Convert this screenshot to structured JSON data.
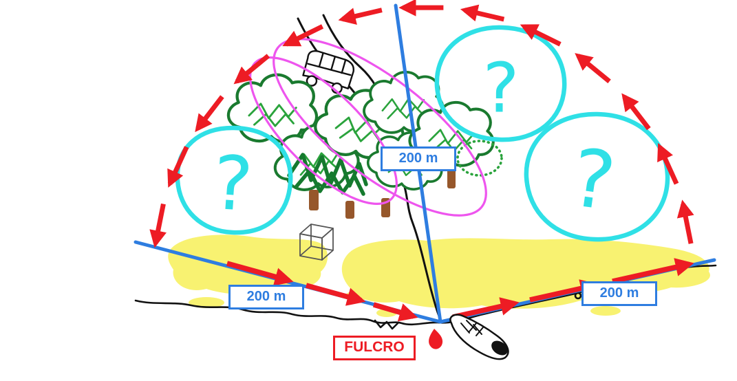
{
  "diagram": {
    "fulcro": {
      "label": "FULCRO"
    },
    "distance_labels": {
      "top": "200 m",
      "left": "200 m",
      "right": "200 m"
    },
    "question_marks": {
      "left": "?",
      "top_right": "?",
      "right": "?"
    },
    "colors": {
      "arrow_red": "#ed1c24",
      "line_blue": "#2e7de0",
      "zone_cyan": "#2fe0e6",
      "loop_magenta": "#ee55ee",
      "sand_yellow": "#f8f271",
      "tree_dark_green": "#1a7a2f",
      "tree_light_green": "#2aa33c",
      "trunk_brown": "#96572b",
      "sketch_black": "#111111"
    }
  }
}
